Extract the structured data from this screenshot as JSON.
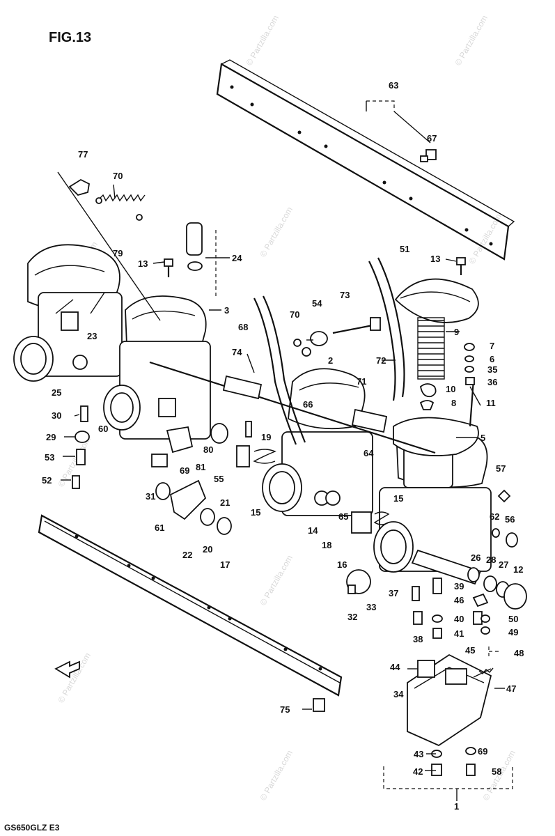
{
  "figure": {
    "title": "FIG.13",
    "model_code": "GS650GLZ E3"
  },
  "watermark": "© Partzilla.com",
  "callouts": {
    "c1": "1",
    "c2": "2",
    "c3": "3",
    "c5": "5",
    "c6": "6",
    "c7": "7",
    "c8": "8",
    "c9": "9",
    "c10": "10",
    "c11": "11",
    "c12": "12",
    "c13a": "13",
    "c13b": "13",
    "c14": "14",
    "c15a": "15",
    "c15b": "15",
    "c16": "16",
    "c17": "17",
    "c18": "18",
    "c19": "19",
    "c20": "20",
    "c21": "21",
    "c22": "22",
    "c23": "23",
    "c24": "24",
    "c25": "25",
    "c26": "26",
    "c27": "27",
    "c28": "28",
    "c29": "29",
    "c30": "30",
    "c31": "31",
    "c32": "32",
    "c33": "33",
    "c34": "34",
    "c35": "35",
    "c36": "36",
    "c37": "37",
    "c38": "38",
    "c39": "39",
    "c40": "40",
    "c41": "41",
    "c42": "42",
    "c43": "43",
    "c44": "44",
    "c45": "45",
    "c46": "46",
    "c47": "47",
    "c48": "48",
    "c49": "49",
    "c50": "50",
    "c51": "51",
    "c52": "52",
    "c53": "53",
    "c54": "54",
    "c55": "55",
    "c56": "56",
    "c57": "57",
    "c58": "58",
    "c60": "60",
    "c61": "61",
    "c62": "62",
    "c63": "63",
    "c64": "64",
    "c65": "65",
    "c66": "66",
    "c67": "67",
    "c68": "68",
    "c69a": "69",
    "c69b": "69",
    "c70a": "70",
    "c70b": "70",
    "c71": "71",
    "c72": "72",
    "c73": "73",
    "c74": "74",
    "c75": "75",
    "c77": "77",
    "c79": "79",
    "c80": "80",
    "c81": "81"
  }
}
